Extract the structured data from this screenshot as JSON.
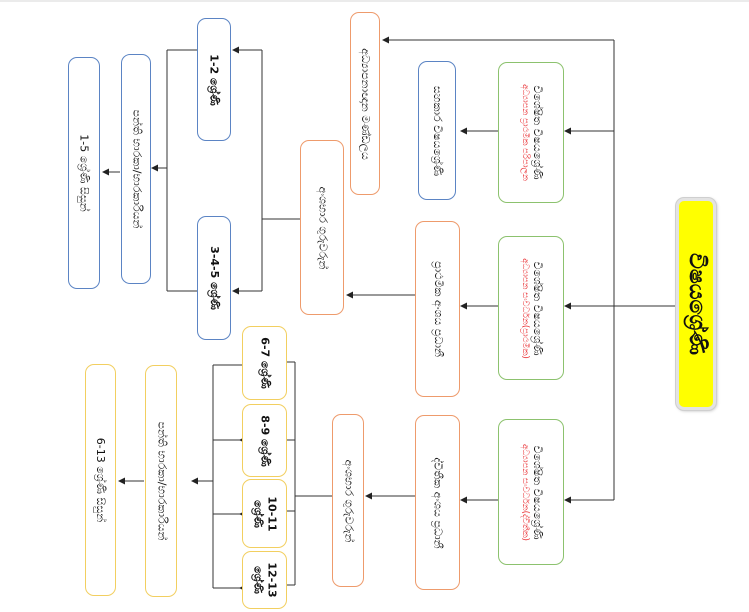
{
  "diagram": {
    "root": "විෂයශ්‍රේණි",
    "level1": [
      {
        "title": "විශේෂිත විෂයශ්‍රේණි",
        "subtitle": "අධ්‍යාපන ප්‍රාථමික පරිපාලන"
      },
      {
        "title": "විශේෂිත විෂයශ්‍රේණි",
        "subtitle": "අධ්‍යාපන සංවර්ධන(ප්‍රාථමික)"
      },
      {
        "title": "විශේෂිත විෂයශ්‍රේණි",
        "subtitle": "අධ්‍යාපන සංවර්ධන(ද්විතීක)"
      }
    ],
    "level2": [
      {
        "label": "සහකාර විෂයශ්‍රේණි"
      },
      {
        "label": "ප්‍රාථමික අංශය ප්‍රධානී"
      },
      {
        "label": "ද්විතීක අංශය ප්‍රධානී"
      }
    ],
    "primary_top": {
      "label": "අධ්‍යාපනාඥාන මණ්ඩලය"
    },
    "sections": [
      {
        "head": "අංශභාර ගුරුවරුන්",
        "grades": [
          "1-2 ශ්‍රේණි",
          "3-4-5 ශ්‍රේණි"
        ],
        "class_teachers": "පන්ති භාරකා/භාරකාරියන්",
        "students": "1-5 ශ්‍රේණි සිසුන්"
      },
      {
        "head": "අංශභාර ගුරුවරුන්",
        "grades": [
          "6-7 ශ්‍රේණි",
          "8-9 ශ්‍රේණි",
          "10-11 ශ්‍රේණි",
          "12-13 ශ්‍රේණි"
        ],
        "class_teachers": "පන්ති භාරකා/භාරකාරියන්",
        "students": "6-13 ශ්‍රේණි සිසුන්"
      }
    ],
    "colors": {
      "root": "#ffff00",
      "level1_border": "#8cc26e",
      "subtitle_text": "#e8262a",
      "orange_border": "#ee9b6c",
      "blue_border": "#5b84c4",
      "gold_border": "#f2cf60"
    }
  }
}
